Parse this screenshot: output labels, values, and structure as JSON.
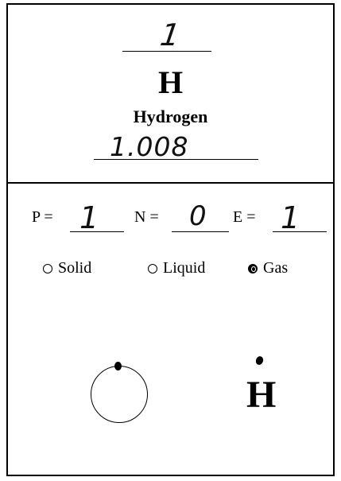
{
  "element": {
    "atomic_number": "1",
    "symbol": "H",
    "name": "Hydrogen",
    "atomic_mass": "1.008"
  },
  "counts": {
    "protons_label": "P =",
    "protons_value": "1",
    "neutrons_label": "N =",
    "neutrons_value": "0",
    "electrons_label": "E =",
    "electrons_value": "1"
  },
  "states": {
    "options": [
      "Solid",
      "Liquid",
      "Gas"
    ],
    "selected": "Gas"
  },
  "diagrams": {
    "lewis_symbol": "H"
  }
}
